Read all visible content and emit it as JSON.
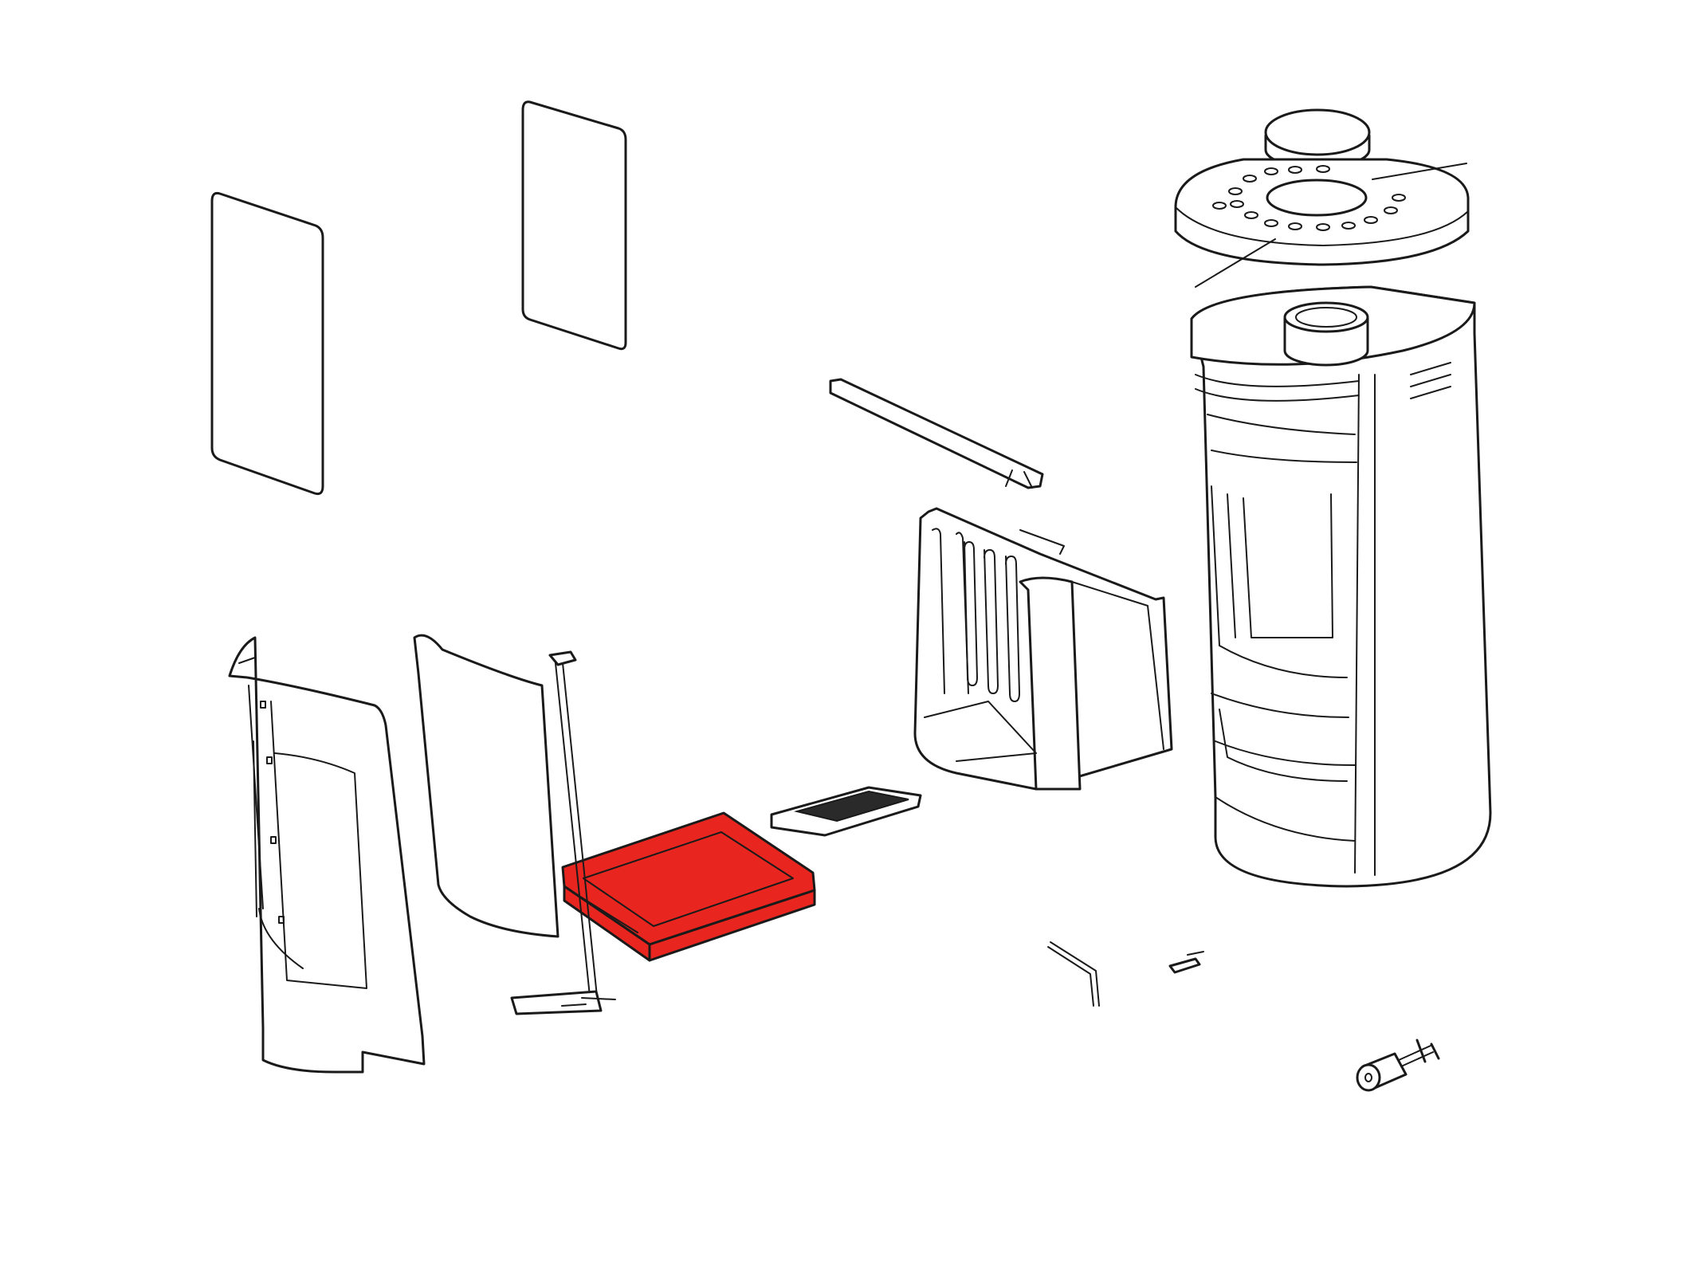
{
  "diagram": {
    "highlight_color": "#e8261f",
    "line_color": "#1a1a1a",
    "background": "#ffffff",
    "highlighted_part": "ash-pan",
    "parts": [
      "glass-panel-left",
      "glass-panel-right",
      "door-front",
      "door-glass",
      "door-rod",
      "door-handle-plate",
      "ash-pan",
      "grate",
      "baffle-plate",
      "firebox-liner",
      "top-cover-plate",
      "top-lid",
      "stove-body",
      "flue-collar",
      "tool-hook",
      "clip",
      "knob-assembly"
    ]
  }
}
